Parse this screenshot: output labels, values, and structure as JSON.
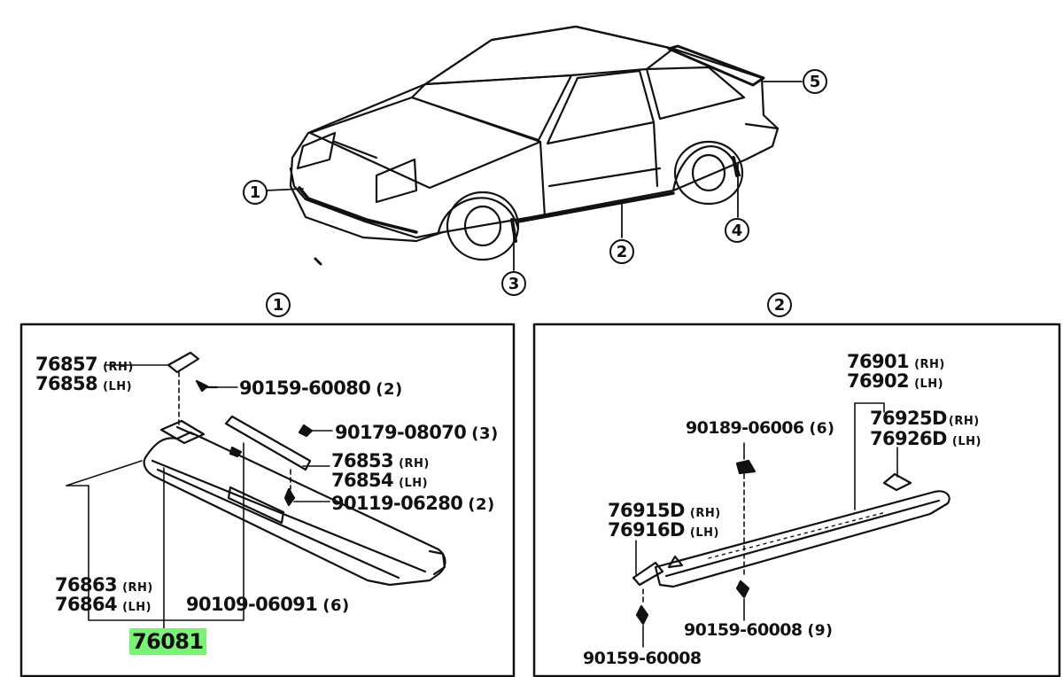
{
  "callouts": {
    "c1": "1",
    "c2": "2",
    "c3": "3",
    "c4": "4",
    "c5": "5"
  },
  "panel1": {
    "title": "1",
    "parts": {
      "p76857": {
        "num": "76857",
        "side": "(RH)"
      },
      "p76858": {
        "num": "76858",
        "side": "(LH)"
      },
      "p90159a": {
        "num": "90159-60080",
        "qty": "(2)"
      },
      "p90179": {
        "num": "90179-08070",
        "qty": "(3)"
      },
      "p76853": {
        "num": "76853",
        "side": "(RH)"
      },
      "p76854": {
        "num": "76854",
        "side": "(LH)"
      },
      "p90119": {
        "num": "90119-06280",
        "qty": "(2)"
      },
      "p76863": {
        "num": "76863",
        "side": "(RH)"
      },
      "p76864": {
        "num": "76864",
        "side": "(LH)"
      },
      "p90109": {
        "num": "90109-06091",
        "qty": "(6)"
      },
      "p76081": {
        "num": "76081"
      }
    }
  },
  "panel2": {
    "title": "2",
    "parts": {
      "p76901": {
        "num": "76901",
        "side": "(RH)"
      },
      "p76902": {
        "num": "76902",
        "side": "(LH)"
      },
      "p90189": {
        "num": "90189-06006",
        "qty": "(6)"
      },
      "p76925": {
        "num": "76925D",
        "side": "(RH)"
      },
      "p76926": {
        "num": "76926D",
        "side": "(LH)"
      },
      "p76915": {
        "num": "76915D",
        "side": "(RH)"
      },
      "p76916": {
        "num": "76916D",
        "side": "(LH)"
      },
      "p90159b": {
        "num": "90159-60008",
        "qty": "(9)"
      },
      "p90159c": {
        "num": "90159-60008"
      }
    }
  },
  "colors": {
    "ink": "#111111",
    "highlight": "#7ef07a"
  }
}
